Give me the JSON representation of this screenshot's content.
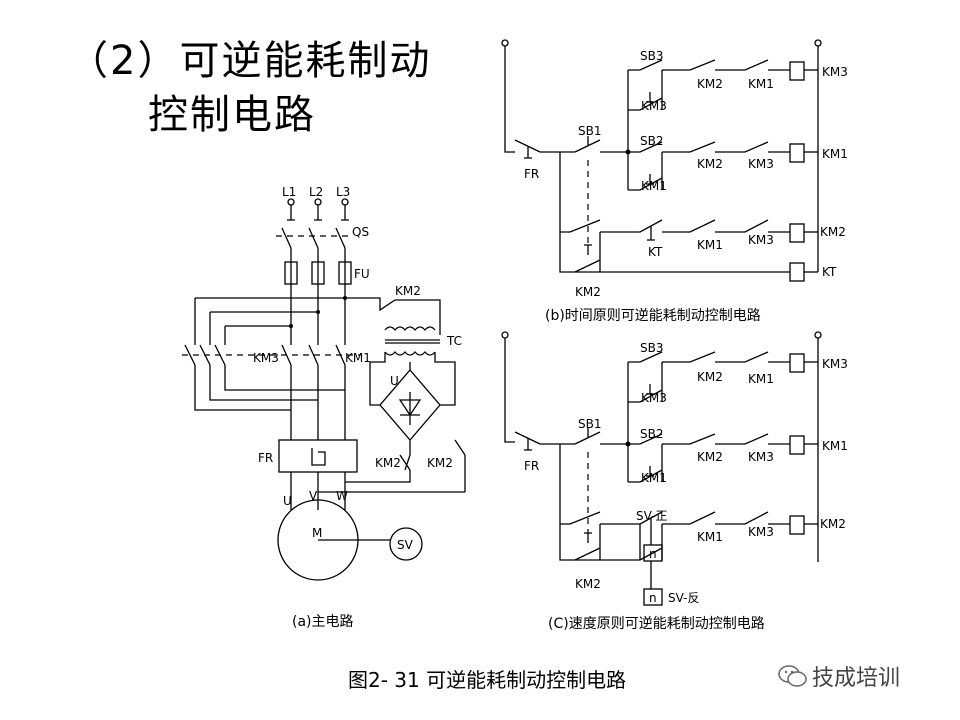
{
  "slide": {
    "title_line1": "（2）可逆能耗制动",
    "title_line2": "控制电路",
    "figure_caption": "图2- 31  可逆能耗制动控制电路",
    "watermark": "技成培训"
  },
  "main_circuit": {
    "caption": "(a)主电路",
    "labels": {
      "L1": "L1",
      "L2": "L2",
      "L3": "L3",
      "QS": "QS",
      "FU": "FU",
      "KM2_top": "KM2",
      "TC": "TC",
      "KM3": "KM3",
      "KM1": "KM1",
      "U_bridge": "U",
      "FR": "FR",
      "KM2_a": "KM2",
      "KM2_b": "KM2",
      "U": "U",
      "V": "V",
      "W": "W",
      "M": "M",
      "SV": "SV"
    }
  },
  "time_circuit": {
    "caption": "(b)时间原则可逆能耗制动控制电路",
    "labels": {
      "SB3": "SB3",
      "KM3_aux": "KM3",
      "KM2_r1": "KM2",
      "KM1_r1": "KM1",
      "KM3_coil": "KM3",
      "FR": "FR",
      "SB1": "SB1",
      "SB2": "SB2",
      "KM1_aux": "KM1",
      "KM2_r2": "KM2",
      "KM3_r2": "KM3",
      "KM1_coil": "KM1",
      "KT_contact": "KT",
      "KM1_r3": "KM1",
      "KM3_r3": "KM3",
      "KM2_coil": "KM2",
      "KM2_bottom": "KM2",
      "KT_coil": "KT"
    }
  },
  "speed_circuit": {
    "caption": "(C)速度原则可逆能耗制动控制电路",
    "labels": {
      "SB3": "SB3",
      "KM3_aux": "KM3",
      "KM2_r1": "KM2",
      "KM1_r1": "KM1",
      "KM3_coil": "KM3",
      "FR": "FR",
      "SB1": "SB1",
      "SB2": "SB2",
      "KM1_aux": "KM1",
      "KM2_r2": "KM2",
      "KM3_r2": "KM3",
      "KM1_coil": "KM1",
      "SV_fwd": "SV-正",
      "n_box1": "n",
      "KM1_r3": "KM1",
      "KM3_r3": "KM3",
      "KM2_coil": "KM2",
      "KM2_bottom": "KM2",
      "n_box2": "n",
      "SV_rev": "SV-反"
    }
  }
}
